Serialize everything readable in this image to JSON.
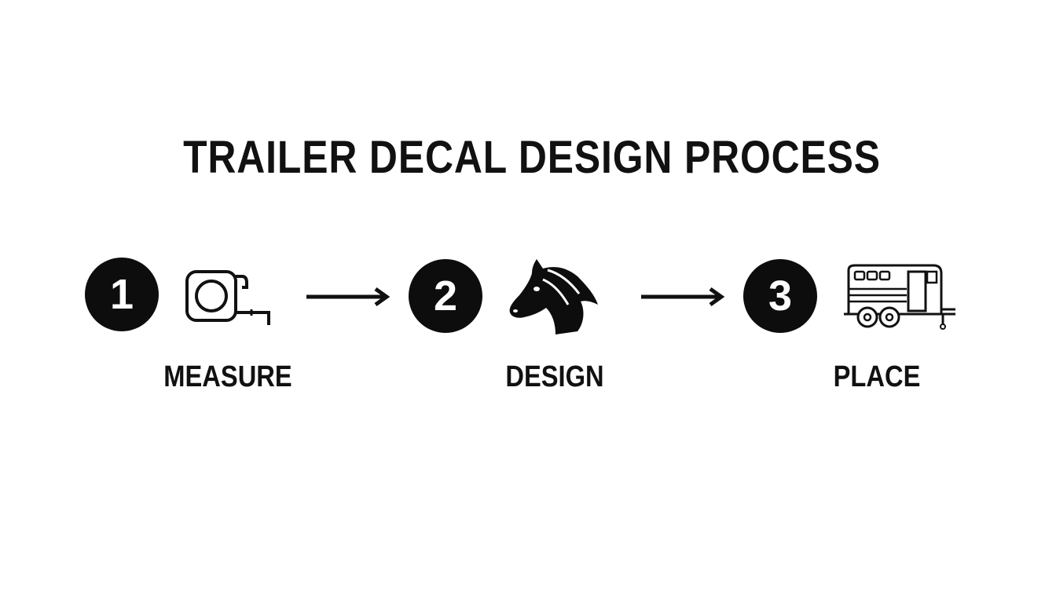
{
  "title": "TRAILER DECAL DESIGN PROCESS",
  "steps": [
    {
      "number": "1",
      "label": "MEASURE",
      "icon": "tape-measure-icon"
    },
    {
      "number": "2",
      "label": "DESIGN",
      "icon": "horse-head-icon"
    },
    {
      "number": "3",
      "label": "PLACE",
      "icon": "horse-trailer-icon"
    }
  ],
  "colors": {
    "background": "#ffffff",
    "foreground": "#111111",
    "badge": "#0d0d0d"
  }
}
